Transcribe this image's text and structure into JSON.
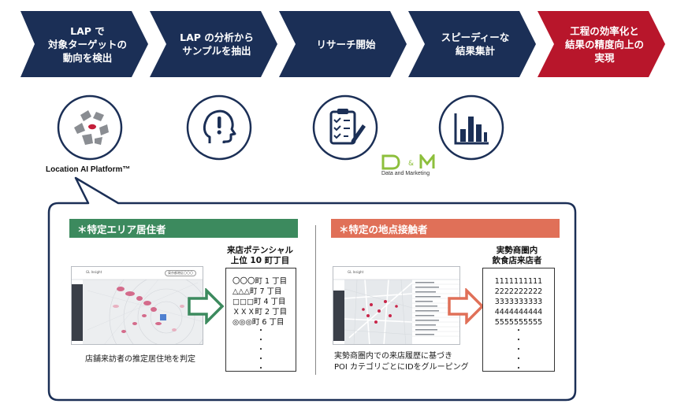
{
  "steps": [
    {
      "label": "LAP で\n対象ターゲットの\n動向を検出"
    },
    {
      "label": "LAP の分析から\nサンプルを抽出"
    },
    {
      "label": "リサーチ開始"
    },
    {
      "label": "スピーディーな\n結果集計"
    },
    {
      "label": "工程の効率化と\n結果の精度向上の\n実現"
    }
  ],
  "colors": {
    "navy": "#1b2f56",
    "red": "#b8162b",
    "green": "#3c8a5e",
    "orange": "#e07058"
  },
  "icons": [
    "lap-logo-icon",
    "head-exclamation-icon",
    "clipboard-checklist-icon",
    "bar-chart-icon"
  ],
  "lap_caption": "Location AI Platform™",
  "dm": {
    "logo_text": "D&M",
    "caption": "Data and Marketing"
  },
  "left_panel": {
    "tag": "＊特定エリア居住者",
    "list_title": "来店ポテンシャル\n上位 10 町丁目",
    "items": [
      "〇〇〇町 1 丁目",
      "△△△町 7 丁目",
      "□□□町 4 丁目",
      "ＸＸＸ町 2 丁目",
      "◎◎◎町 6 丁目"
    ],
    "caption": "店舗来訪者の推定居住地を判定",
    "map_title": "GL Insight",
    "map_search": "東京都港区〇〇〇"
  },
  "right_panel": {
    "tag": "＊特定の地点接触者",
    "list_title": "実勢商圏内\n飲食店来店者",
    "items": [
      "1111111111",
      "2222222222",
      "3333333333",
      "4444444444",
      "5555555555"
    ],
    "caption_line1": "実勢商圏内での来店履歴に基づき",
    "caption_line2": "POI カテゴリごとにIDをグルーピング",
    "map_title": "GL Insight"
  }
}
